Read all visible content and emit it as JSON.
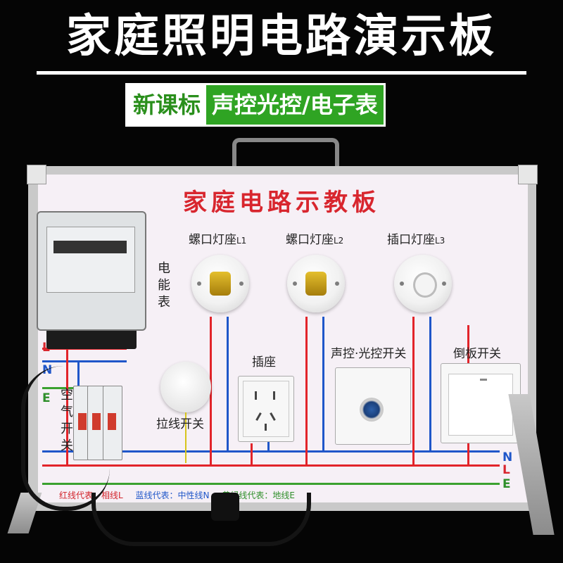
{
  "header": {
    "title": "家庭照明电路演示板",
    "badge_left": "新课标",
    "badge_right": "声控光控/电子表"
  },
  "board": {
    "title": "家庭电路示教板",
    "lamp1": {
      "prefix": "螺口灯座",
      "sub": "L1"
    },
    "lamp2": {
      "prefix": "螺口灯座",
      "sub": "L2"
    },
    "lamp3": {
      "prefix": "插口灯座",
      "sub": "L3"
    },
    "meter_label": [
      "电",
      "能",
      "表"
    ],
    "socket_label": "插座",
    "sensor_switch_label": "声控·光控开关",
    "rocker_switch_label": "倒板开关",
    "pull_switch_label": "拉线开关",
    "breaker_label": [
      "空",
      "气",
      "开",
      "关"
    ],
    "rail_left": [
      "L",
      "N",
      "E"
    ],
    "rail_right": [
      "N",
      "L",
      "E"
    ],
    "legend": {
      "red": "红线代表：相线L",
      "blue": "蓝线代表：中性线N",
      "yellowgreen": "黄绿线代表：地线E"
    }
  },
  "colors": {
    "background": "#050505",
    "title_text": "#ffffff",
    "badge_green": "#2fa423",
    "board_title": "#d8262e",
    "wire_red": "#e2242a",
    "wire_blue": "#1f56c9",
    "wire_green": "#3aa12f"
  }
}
